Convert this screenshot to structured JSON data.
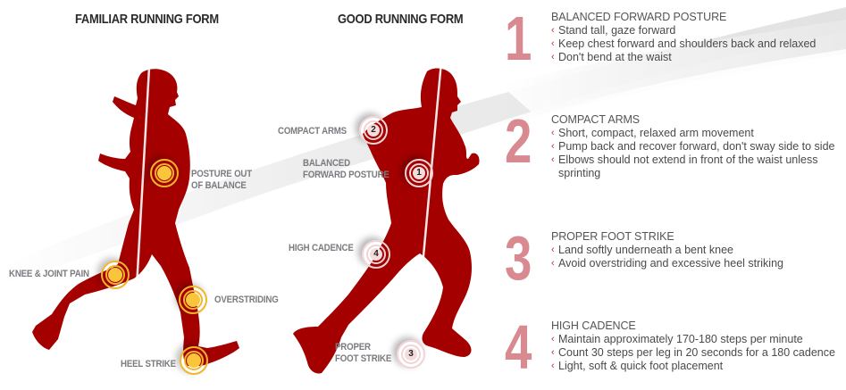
{
  "headings": {
    "left": "FAMILIAR RUNNING FORM",
    "middle": "GOOD RUNNING FORM"
  },
  "colors": {
    "silhouette": "#a00000",
    "numeral": "#d98a90",
    "bad_marker": "#f9c53b",
    "good_marker": "#f4dcdd",
    "label_gray": "#7b7b80",
    "bullet_red": "#b8363c"
  },
  "familiar_form": {
    "labels": [
      {
        "id": "posture",
        "text_1": "POSTURE OUT",
        "text_2": "OF BALANCE"
      },
      {
        "id": "knee",
        "text_1": "KNEE & JOINT PAIN"
      },
      {
        "id": "overstriding",
        "text_1": "OVERSTRIDING"
      },
      {
        "id": "heel",
        "text_1": "HEEL STRIKE"
      }
    ]
  },
  "good_form": {
    "labels": [
      {
        "id": "compact",
        "text_1": "COMPACT ARMS",
        "marker": "2"
      },
      {
        "id": "balanced",
        "text_1": "BALANCED",
        "text_2": "FORWARD POSTURE",
        "marker": "1"
      },
      {
        "id": "cadence",
        "text_1": "HIGH CADENCE",
        "marker": "4"
      },
      {
        "id": "foot",
        "text_1": "PROPER",
        "text_2": "FOOT STRIKE",
        "marker": "3"
      }
    ]
  },
  "tips": [
    {
      "number": "1",
      "title": "BALANCED FORWARD POSTURE",
      "bullet": "‹",
      "items": [
        "Stand tall, gaze forward",
        "Keep chest forward and shoulders back and relaxed",
        "Don't bend at the waist"
      ]
    },
    {
      "number": "2",
      "title": "COMPACT ARMS",
      "bullet": "‹",
      "items": [
        "Short, compact, relaxed arm movement",
        "Pump back and recover forward, don't sway side to side",
        "Elbows should not extend in front of the waist unless sprinting"
      ]
    },
    {
      "number": "3",
      "title": "PROPER FOOT STRIKE",
      "bullet": "‹",
      "items": [
        "Land softly underneath a bent knee",
        "Avoid overstriding and excessive heel striking"
      ]
    },
    {
      "number": "4",
      "title": "HIGH CADENCE",
      "bullet": "‹",
      "items": [
        "Maintain approximately 170-180 steps per minute",
        "Count 30 steps per leg in 20 seconds for a 180 cadence",
        "Light, soft & quick foot placement"
      ]
    }
  ]
}
